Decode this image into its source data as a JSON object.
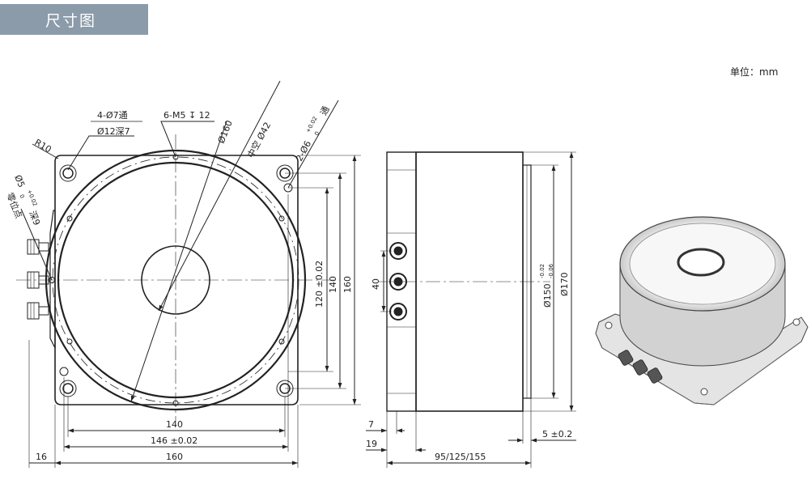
{
  "header": {
    "title": "尺寸图"
  },
  "unit_label": "单位：mm",
  "front_view": {
    "callout_holes": "4-Ø7通",
    "callout_counterbore": "Ø12深7",
    "callout_threads": "6-M5 ↧ 12",
    "callout_outer_dia": "Ø160",
    "callout_hollow": "中空 Ø42",
    "callout_pin_prefix": "2-Ø6",
    "callout_pin_tol_upper": "+0.02",
    "callout_pin_tol_lower": "0",
    "callout_pin_suffix": "通",
    "callout_radius": "R10",
    "callout_zero_dia": "Ø5",
    "callout_zero_tol_upper": "+0.02",
    "callout_zero_tol_lower": "0",
    "callout_zero_depth": "深9",
    "callout_zero_name": "零位点",
    "dim_right_120": "120 ±0.02",
    "dim_right_140": "140",
    "dim_right_160": "160",
    "dim_bottom_140": "140",
    "dim_bottom_146": "146 ±0.02",
    "dim_bottom_160": "160",
    "dim_left_16": "16"
  },
  "side_view": {
    "dim_40": "40",
    "dim_dia150": "Ø150",
    "dim_dia150_tol_upper": "-0.02",
    "dim_dia150_tol_lower": "-0.06",
    "dim_dia170": "Ø170",
    "dim_7": "7",
    "dim_19": "19",
    "dim_height": "95/125/155",
    "dim_step": "5 ±0.2"
  },
  "colors": {
    "banner": "#8b9ba9",
    "line": "#222222"
  }
}
